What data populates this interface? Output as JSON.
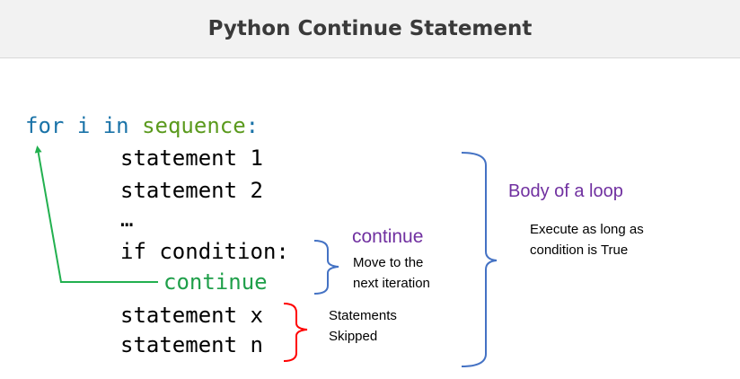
{
  "title": "Python Continue Statement",
  "code": {
    "for_keyword": "for",
    "loop_var": "i",
    "in_keyword": "in",
    "iterable": "sequence",
    "colon": ":",
    "lines": [
      "statement 1",
      "statement 2",
      "…",
      "if condition:"
    ],
    "continue_line": "continue",
    "skipped_lines": [
      "statement x",
      "statement n"
    ]
  },
  "annotations": {
    "continue_heading": "continue",
    "continue_desc": [
      "Move to the",
      "next iteration"
    ],
    "skipped_desc": [
      "Statements",
      "Skipped"
    ],
    "loop_heading": "Body of a loop",
    "loop_desc": [
      "Execute as long as",
      "condition is True"
    ]
  },
  "colors": {
    "keyword_blue": "#1a73a8",
    "iterable_green": "#5b9a1e",
    "continue_green": "#1f9f4a",
    "arrow_green": "#22b04f",
    "brace_blue": "#4472c4",
    "brace_red": "#ff0000",
    "heading_purple": "#7030a0"
  }
}
